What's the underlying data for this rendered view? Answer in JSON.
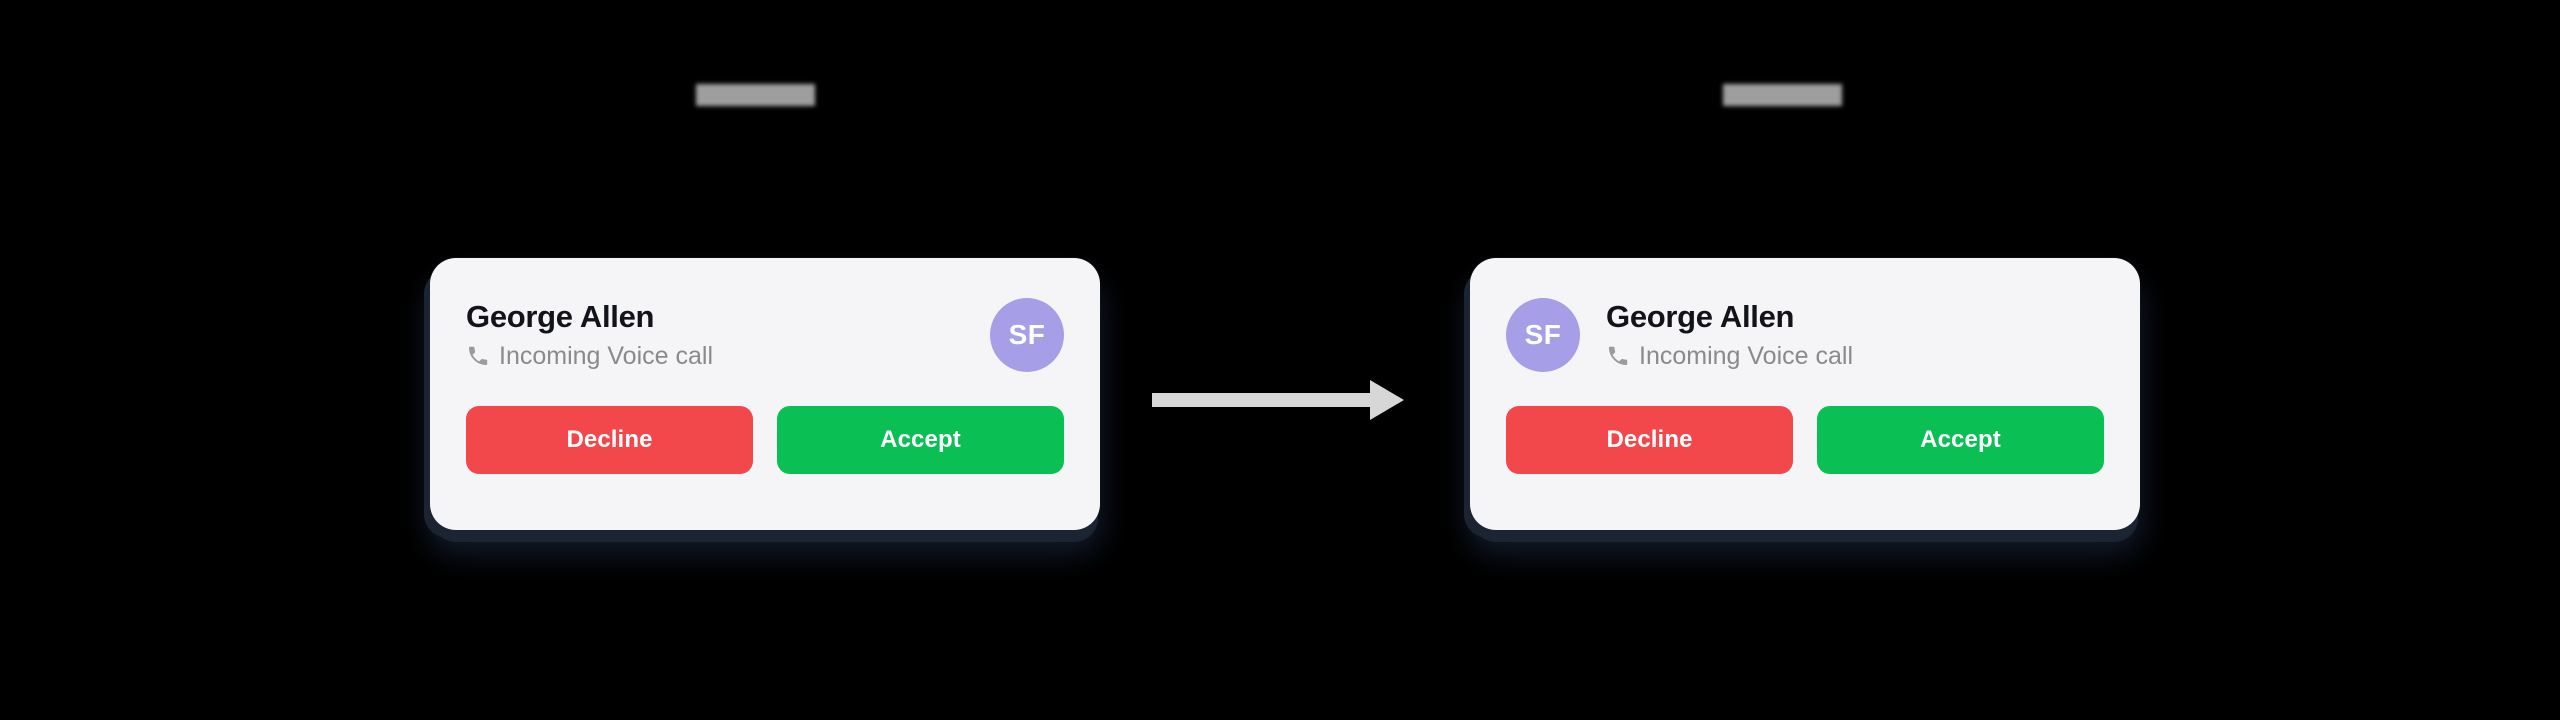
{
  "background_color": "#000000",
  "captions": {
    "left": {
      "text": "Redacted",
      "redacted": true,
      "color": "#9e9e9e"
    },
    "right": {
      "text": "Redacted",
      "redacted": true,
      "color": "#9e9e9e"
    }
  },
  "colors": {
    "card_background": "#F5F5F7",
    "card_shadow": "#1c2433",
    "avatar": "#a79ee8",
    "decline": "#F2484B",
    "accept": "#0ABF53",
    "name_text": "#12141a",
    "status_text": "#8a8a8e",
    "arrow": "#d7d7d7"
  },
  "cards": [
    {
      "id": "before",
      "avatar_position": "right",
      "caller_name": "George Allen",
      "status_text": "Incoming Voice call",
      "status_icon": "phone-icon",
      "avatar_initials": "SF",
      "actions": [
        {
          "id": "decline",
          "label": "Decline"
        },
        {
          "id": "accept",
          "label": "Accept"
        }
      ]
    },
    {
      "id": "after",
      "avatar_position": "left",
      "caller_name": "George Allen",
      "status_text": "Incoming Voice call",
      "status_icon": "phone-icon",
      "avatar_initials": "SF",
      "actions": [
        {
          "id": "decline",
          "label": "Decline"
        },
        {
          "id": "accept",
          "label": "Accept"
        }
      ]
    }
  ],
  "arrow": {
    "icon": "arrow-right-icon",
    "direction": "right",
    "color": "#d7d7d7"
  }
}
